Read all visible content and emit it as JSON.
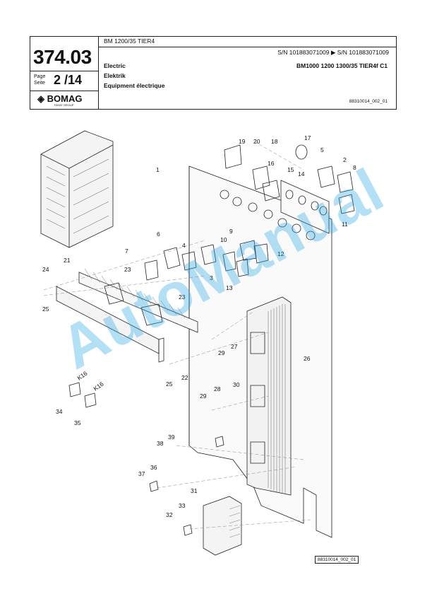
{
  "header": {
    "page_number": "374.03",
    "page_label": "Page\nSeite",
    "page_value": "2 /14",
    "brand": "BOMAG",
    "brand_sub": "FAYAT GROUP",
    "model": "BM 1200/35 TIER4",
    "serial_range": "S/N 101883071009  ▶  S/N 101883071009",
    "title_en": "Electric",
    "title_de": "Elektrik",
    "title_fr": "Equipment électrique",
    "model_list": "BM1000 1200 1300/35 TIER4f C1",
    "drawing_code": "88310014_002_01"
  },
  "drawing": {
    "callouts": [
      "1",
      "2",
      "3",
      "4",
      "5",
      "6",
      "7",
      "8",
      "9",
      "10",
      "11",
      "12",
      "13",
      "14",
      "15",
      "16",
      "17",
      "18",
      "19",
      "20",
      "21",
      "22",
      "23",
      "23",
      "24",
      "25",
      "25",
      "26",
      "27",
      "28",
      "29",
      "29",
      "30",
      "31",
      "32",
      "33",
      "34",
      "35",
      "36",
      "37",
      "38",
      "39"
    ],
    "k16_labels": [
      "K16",
      "K16"
    ]
  },
  "footer": {
    "drawing_code": "88310014_002_01"
  },
  "watermark": "AutoManual"
}
